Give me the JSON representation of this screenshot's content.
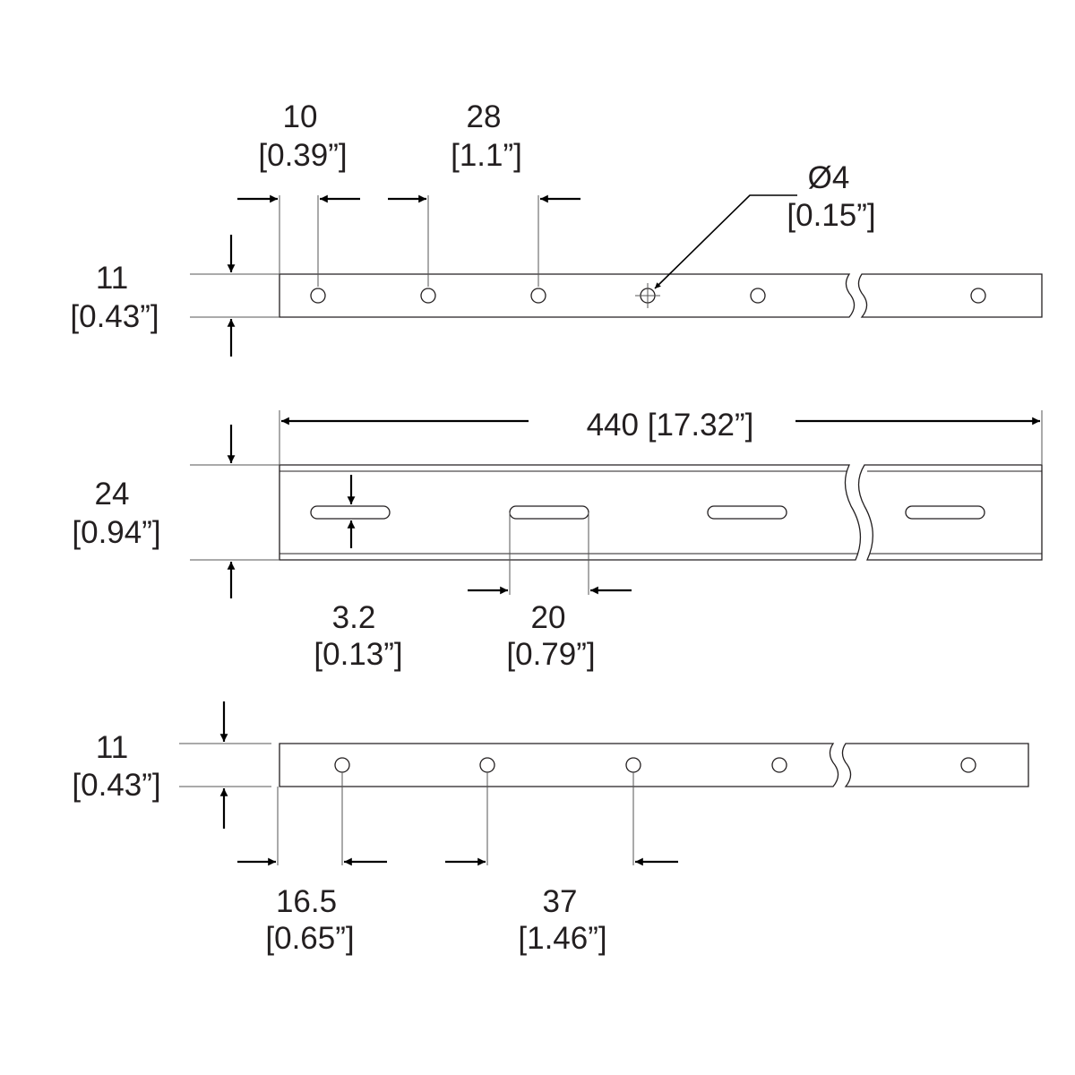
{
  "top_strip": {
    "height_value": "11",
    "height_inch": "[0.43”]",
    "edge_offset_value": "10",
    "edge_offset_inch": "[0.39”]",
    "pitch_value": "28",
    "pitch_inch": "[1.1”]",
    "hole_dia_value": "Ø4",
    "hole_dia_inch": "[0.15”]"
  },
  "middle_strip": {
    "length_label": "440 [17.32”]",
    "height_value": "24",
    "height_inch": "[0.94”]",
    "slot_width_value": "3.2",
    "slot_width_inch": "[0.13”]",
    "slot_length_value": "20",
    "slot_length_inch": "[0.79”]"
  },
  "bottom_strip": {
    "height_value": "11",
    "height_inch": "[0.43”]",
    "edge_offset_value": "16.5",
    "edge_offset_inch": "[0.65”]",
    "pitch_value": "37",
    "pitch_inch": "[1.46”]"
  }
}
